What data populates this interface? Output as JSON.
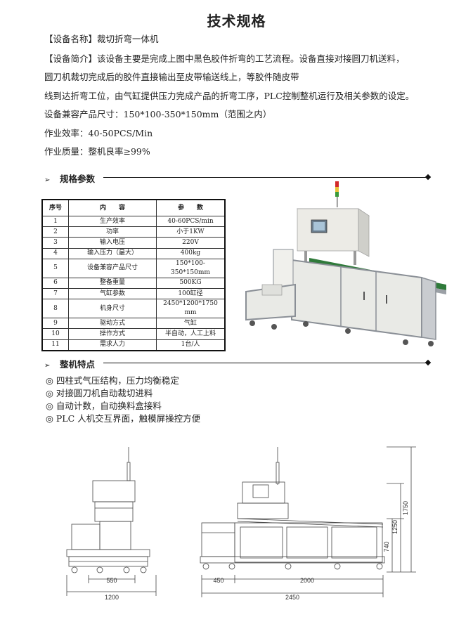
{
  "title": "技术规格",
  "intro": {
    "name_line": "【设备名称】裁切折弯一体机",
    "desc_line1": "【设备简介】该设备主要是完成上图中黑色胶件折弯的工艺流程。设备直接对接圆刀机送料，",
    "desc_line2": "圆刀机裁切完成后的胶件直接输出至皮带输送线上，等胶件随皮带",
    "desc_line3": "线到达折弯工位，由气缸提供压力完成产品的折弯工序，PLC控制整机运行及相关参数的设定。",
    "size_line": "设备兼容产品尺寸：150*100-350*150mm（范围之内）",
    "efficiency_line": "作业效率：40-50PCS/Min",
    "quality_line": "作业质量：整机良率≥99%"
  },
  "spec_section": {
    "arrow": "➢",
    "heading": "规格参数",
    "columns": [
      "序号",
      "内　　容",
      "参　　数"
    ],
    "rows": [
      [
        "1",
        "生产效率",
        "40-60PCS/min"
      ],
      [
        "2",
        "功率",
        "小于1KW"
      ],
      [
        "3",
        "输入电压",
        "220V"
      ],
      [
        "4",
        "输入压力（最大）",
        "400kg"
      ],
      [
        "5",
        "设备兼容产品尺寸",
        "150*100-350*150mm"
      ],
      [
        "6",
        "整备重量",
        "500KG"
      ],
      [
        "7",
        "气缸参数",
        "100缸径"
      ],
      [
        "8",
        "机身尺寸",
        "2450*1200*1750 mm"
      ],
      [
        "9",
        "驱动方式",
        "气缸"
      ],
      [
        "10",
        "操作方式",
        "半自动，人工上料"
      ],
      [
        "11",
        "需求人力",
        "1台/人"
      ]
    ]
  },
  "features_section": {
    "arrow": "➢",
    "heading": "整机特点",
    "items": [
      "◎ 四柱式气压结构，压力均衡稳定",
      "◎ 对接圆刀机自动裁切进料",
      "◎ 自动计数，自动换料盒接料",
      "◎ PLC 人机交互界面，触模屏操控方便"
    ]
  },
  "drawing": {
    "dim_side_inner": "550",
    "dim_side_total": "1200",
    "dim_front_left": "450",
    "dim_front_main": "2000",
    "dim_front_total": "2450",
    "dim_h_table": "740",
    "dim_h_body": "1250",
    "dim_h_total": "1750"
  },
  "colors": {
    "machine_frame": "#8a8f96",
    "machine_panel": "#e8e9e4",
    "belt": "#2f7a3a",
    "signal_red": "#d32a2a",
    "signal_yellow": "#e8c23a",
    "signal_green": "#3a9a3a"
  }
}
